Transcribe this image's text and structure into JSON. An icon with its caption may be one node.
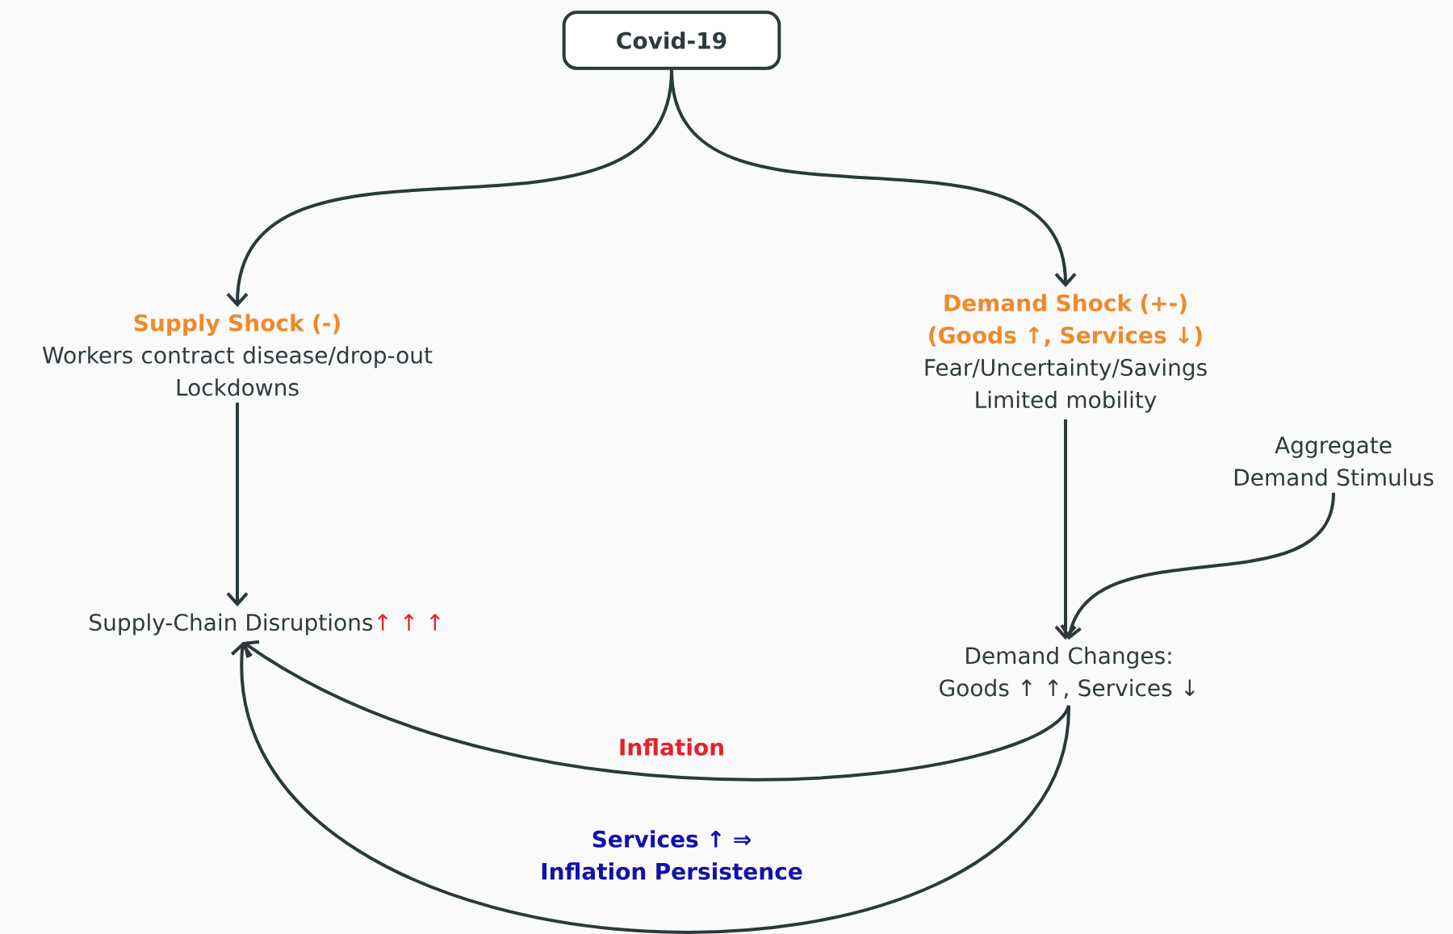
{
  "diagram": {
    "nodes": [
      {
        "text": [
          "Covid-19"
        ]
      },
      {
        "text": [
          "Supply Shock (-)",
          "Workers contract disease/drop-out",
          "Lockdowns"
        ]
      },
      {
        "text": [
          "Demand Shock (+-) (Goods ↑, Services ↓)",
          "Fear/Uncertainty/Savings",
          "Limited mobility"
        ]
      },
      {
        "text": [
          "Aggregate Demand Stimulus"
        ]
      },
      {
        "text": [
          "Supply-Chain Disruptions",
          "↑ ↑ ↑"
        ]
      },
      {
        "text": [
          "Demand Changes: Goods ↑ ↑, Services ↓"
        ]
      }
    ],
    "edges": [
      {
        "from": 0,
        "to": 1,
        "arrow": "to"
      },
      {
        "from": 0,
        "to": 2,
        "arrow": "to"
      },
      {
        "from": 1,
        "to": 4,
        "arrow": "to"
      },
      {
        "from": 2,
        "to": 5,
        "arrow": "to"
      },
      {
        "from": 3,
        "to": 5,
        "arrow": "to"
      },
      {
        "from": 5,
        "to": 4,
        "arrow": "to",
        "label": "Inflation"
      },
      {
        "from": 5,
        "to": 4,
        "arrow": "to",
        "label": "Services ↑ ⇒ Inflation Persistence"
      }
    ]
  }
}
